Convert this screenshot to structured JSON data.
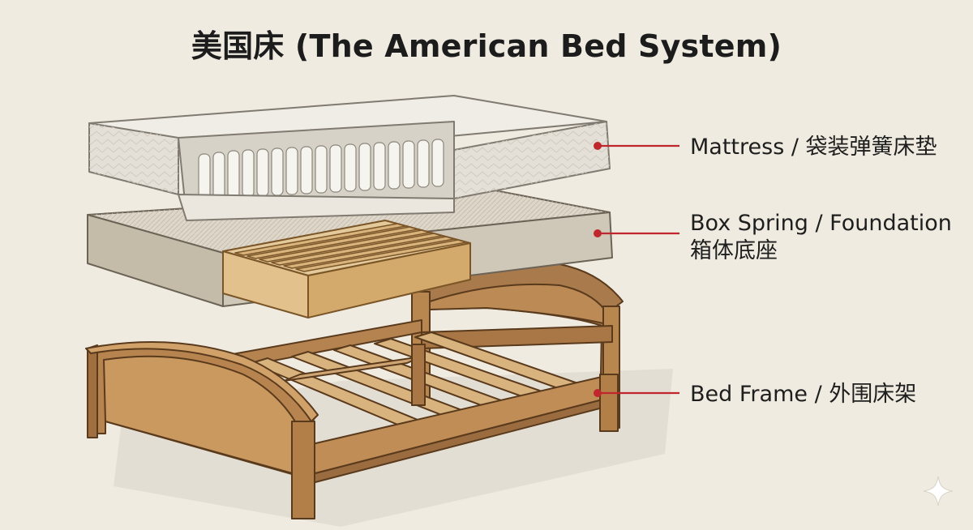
{
  "title": "美国床 (The American Bed System)",
  "colors": {
    "background": "#efebe0",
    "leader_line": "#c0272d",
    "wood": "#c89a62",
    "foundation_fabric": "#cfc7b8",
    "mattress_fabric": "#ebe7df"
  },
  "layers": [
    {
      "id": "mattress",
      "lines": [
        "Mattress / 袋装弹簧床垫"
      ]
    },
    {
      "id": "foundation",
      "lines": [
        "Box Spring / Foundation",
        "箱体底座"
      ]
    },
    {
      "id": "frame",
      "lines": [
        "Bed Frame / 外围床架"
      ]
    }
  ],
  "icons": {
    "corner": "sparkle-icon"
  }
}
